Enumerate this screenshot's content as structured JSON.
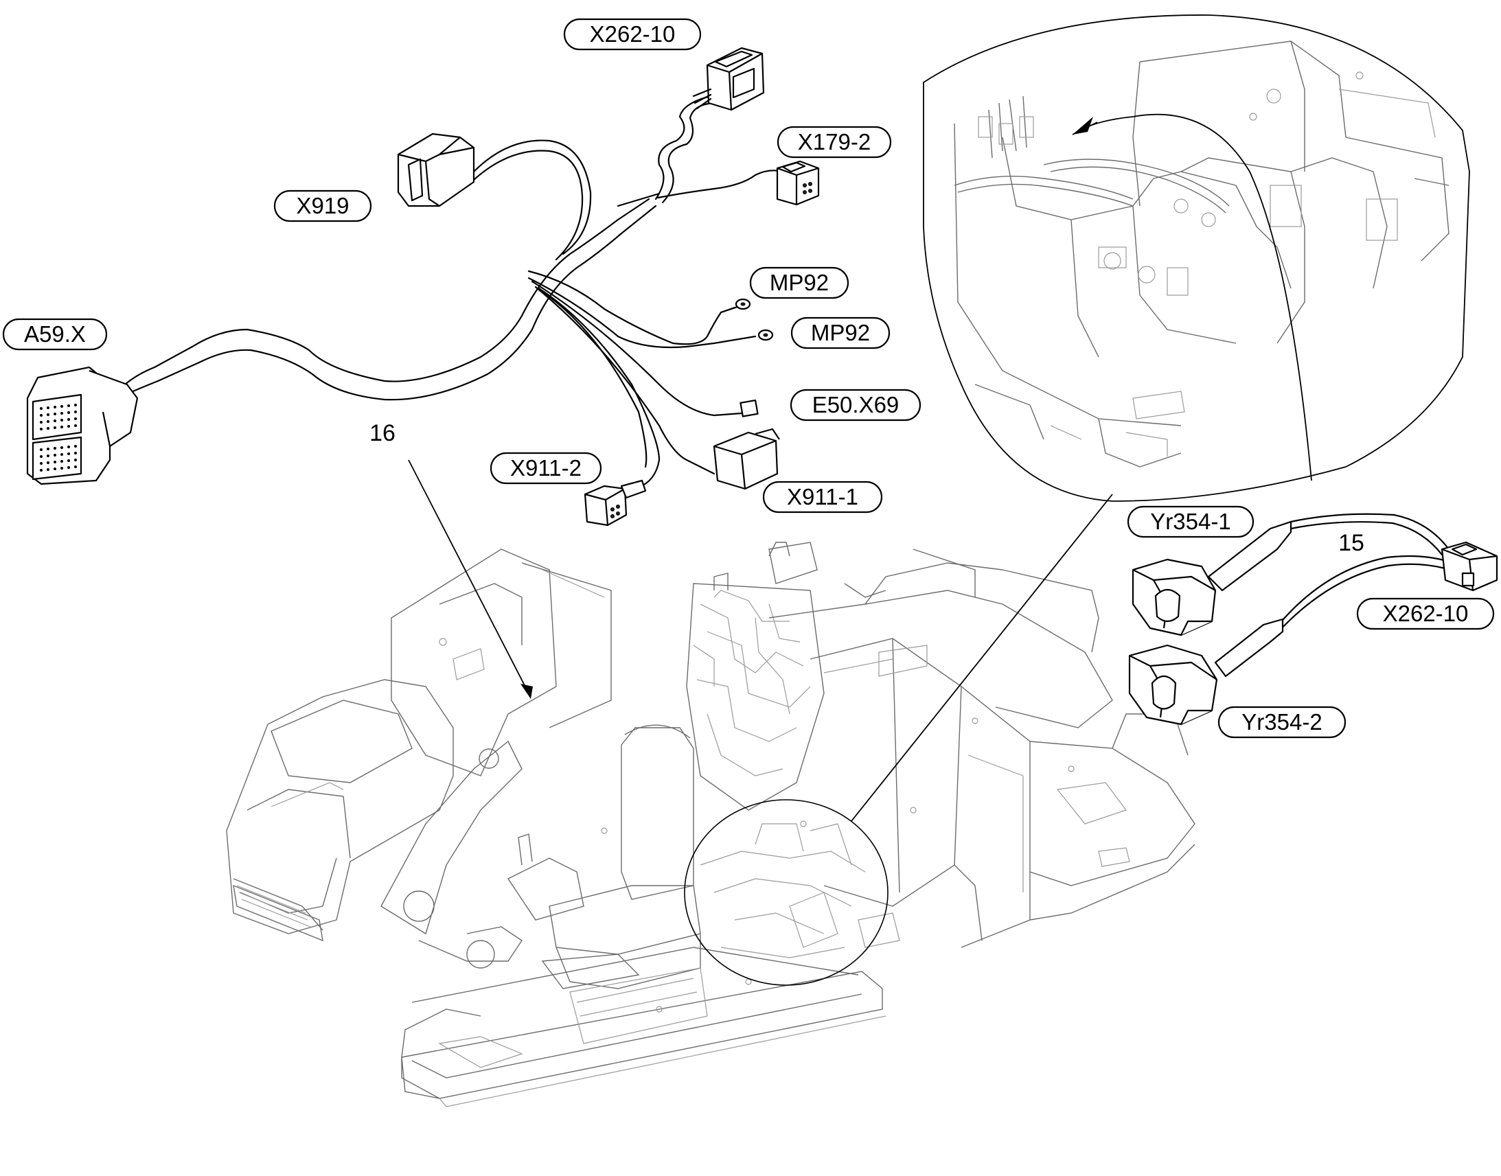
{
  "labels": {
    "x262_10_top": "X262-10",
    "x179_2": "X179-2",
    "x919": "X919",
    "a59x": "A59.X",
    "mp92_a": "MP92",
    "mp92_b": "MP92",
    "e50x69": "E50.X69",
    "x911_2": "X911-2",
    "x911_1": "X911-1",
    "yr354_1": "Yr354-1",
    "x262_10_right": "X262-10",
    "yr354_2": "Yr354-2"
  },
  "callouts": {
    "item16": "16",
    "item15": "15"
  },
  "colors": {
    "ink": "#000000",
    "machine_lines": "#6b6b6b",
    "background": "#ffffff"
  }
}
